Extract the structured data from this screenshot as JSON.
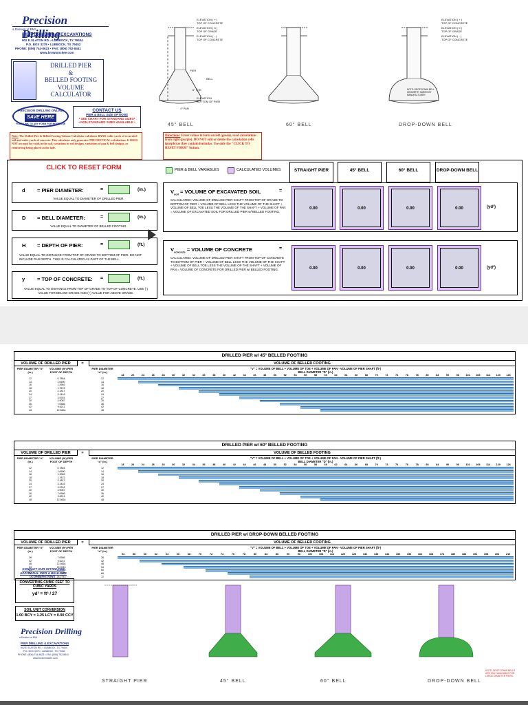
{
  "company": {
    "logo_text": "Precision Drilling",
    "division": "a Division of BMI",
    "name": "PIER DRILLING & EXCAVATIONS",
    "address1": "902 E SLATON RD. • LUBBOCK, TX 79404",
    "address2": "P.O. BOX 3279 • LUBBOCK, TX 79452",
    "phone": "PHONE: (806) 744-8623 • FAX: (806) 752-8441",
    "website": "www.brownmckee.com"
  },
  "calculator_title": [
    "DRILLED PIER",
    "&",
    "BELLED FOOTING",
    "VOLUME",
    "CALCULATOR"
  ],
  "badge": {
    "arc_text": "PRECISION DRILLING ONLINE",
    "center": "SAVE HERE",
    "bottom": "YOUR LINK TO ANY FORM FOR MORE USE"
  },
  "contact": {
    "title": "CONTACT US",
    "line1": "PIER & BELL SIZE OPTIONS",
    "line2": "• SEE CHART FOR STANDARD SIZES•",
    "line3": "• NON-STANDARD SIZES AVAILABLE •"
  },
  "note": {
    "label": "Note:",
    "text": "The Drilled Pier & Belled Footing Volume Calculator calculates BANK cubic yards of excavated soil and cubic yards of concrete. This calculator only generates THEORETICAL calculations. It DOES NOT account for voids in the soil, variations in rod designs, variations of pan & bell designs, or reinforcing being placed in the hole."
  },
  "directions": {
    "label": "Directions:",
    "text": "Enter values in form on left (green), read calculations from right (purple). DO NOT edit or delete the calculation cells (purple) as they contain formulas. Use only the \"CLICK TO RESET FORM\" button."
  },
  "diagrams": {
    "labels": [
      "ELEVATION ( + )",
      "TOP OF CONCRETE",
      "ELEVATION ( 0 )",
      "TOP OF GRADE",
      "ELEVATION ( - )",
      "TOP OF CONCRETE"
    ],
    "pier": "PIER",
    "bell": "BELL",
    "toe": "6\" TOE",
    "pan": "4\" PAN",
    "elev_bottom": [
      "ELEVATION",
      "BOTTOM OF PIER"
    ],
    "dd_note": "NOTE: DROP-DOWN BELL GEOMETRY VARIES BY MANUFACTURER",
    "captions": [
      "45° BELL",
      "60° BELL",
      "DROP-DOWN BELL"
    ]
  },
  "form": {
    "reset_button": "CLICK TO RESET FORM",
    "legend_green": "PIER & BELL VARIABLES",
    "legend_purple": "CALCULATED VOLUMES",
    "col_headers": [
      "STRAIGHT PIER",
      "45° BELL",
      "60° BELL",
      "DROP-DOWN BELL"
    ],
    "inputs": [
      {
        "sym": "d",
        "label": "= PIER DIAMETER:",
        "eq": "=",
        "unit": "(in.)",
        "desc": "VALUE EQUAL TO DIAMETER OF DRILLED PIER."
      },
      {
        "sym": "D",
        "label": "= BELL DIAMETER:",
        "eq": "=",
        "unit": "(in.)",
        "desc": "VALUE EQUAL TO DIAMETER OF BELLED FOOTING."
      },
      {
        "sym": "H",
        "label": "= DEPTH OF PIER:",
        "eq": "=",
        "unit": "(ft.)",
        "desc": "VALUE EQUAL TO DISTANCE FROM TOP OF GRADE TO BOTTOM OF PIER. DO NOT INCLUDE PAN DEPTH. THIS IS CALCULATED AS PART OF THE BELL."
      },
      {
        "sym": "y",
        "label": "= TOP OF CONCRETE:",
        "eq": "=",
        "unit": "(ft.)",
        "desc": "VALUE EQUAL TO DISTANCE FROM TOP OF GRADE TO TOP OF CONCRETE. USE (-) VALUE FOR BELOW GRADE AND (+) VALUE FOR ABOVE GRADE."
      }
    ],
    "soil": {
      "sym": "V",
      "sub": "soil",
      "title": "= VOLUME OF EXCAVATED SOIL",
      "eq": "=",
      "desc": "CALCULATED: VOLUME OF DRILLED PIER SHAFT FROM TOP OF GRADE TO BOTTOM OF PIER + VOLUME OF BELL LESS THE VOLUME OF THE SHAFT + VOLUME OF BELL TOE LESS THE VOLUME OF THE SHAFT + VOLUME OF PAN = VOLUME OF EXCAVATED SOIL FOR DRILLED PIER w/ BELLED FOOTING.",
      "values": [
        "0.00",
        "0.00",
        "0.00",
        "0.00"
      ],
      "unit": "(yd³)"
    },
    "concrete": {
      "sym": "V",
      "sub": "concrete",
      "title": "= VOLUME OF CONCRETE",
      "eq": "=",
      "desc": "CALCULATED: VOLUME OF DRILLED PIER SHAFT FROM TOP OF CONCRETE TO BOTTOM OF PIER + VOLUME OF BELL LESS THE VOLUME OF THE SHAFT + VOLUME OF BELL TOE LESS THE VOLUME OF THE SHAFT + VOLUME OF PAN = VOLUME OF CONCRETE FOR DRILLED PIER w/ BELLED FOOTING.",
      "values": [
        "0.00",
        "0.00",
        "0.00",
        "0.00"
      ],
      "unit": "(yd³)"
    }
  },
  "tables": [
    {
      "title": "DRILLED PIER w/ 45° BELLED FOOTING",
      "left_header": "VOLUME OF DRILLED PIER",
      "right_header": "VOLUME OF BELLED FOOTING",
      "formula": "\"V\" = VOLUME OF BELL + VOLUME OF TOE + VOLUME OF PAN - VOLUME OF PIER SHAFT (ft³)",
      "bell_header": "BELL DIAMETER \"D\" (in.)",
      "cols": [
        "PIER DIAMETER \"d\" (in.)",
        "VOLUME (ft³) PER FOOT OF DEPTH"
      ],
      "pier_diam": [
        "12",
        "14",
        "16",
        "18",
        "20",
        "24",
        "27",
        "30",
        "36",
        "42",
        "48"
      ],
      "pier_vol": [
        "0.7854",
        "1.0690",
        "1.3963",
        "1.7672",
        "2.1817",
        "3.1416",
        "3.9761",
        "4.9087",
        "7.0686",
        "9.6211",
        "12.5664"
      ],
      "bell_cols": [
        "18",
        "20",
        "24",
        "26",
        "28",
        "30",
        "32",
        "34",
        "36",
        "38",
        "40",
        "42",
        "44",
        "46",
        "48",
        "50",
        "52",
        "54",
        "56",
        "58",
        "60",
        "62",
        "64",
        "66",
        "68",
        "70",
        "72",
        "74",
        "76",
        "78",
        "80",
        "84",
        "90",
        "96",
        "102",
        "108",
        "114",
        "120",
        "126"
      ]
    },
    {
      "title": "DRILLED PIER w/ 60° BELLED FOOTING",
      "left_header": "VOLUME OF DRILLED PIER",
      "right_header": "VOLUME OF BELLED FOOTING",
      "formula": "\"V\" = VOLUME OF BELL + VOLUME OF TOE + VOLUME OF PAN - VOLUME OF PIER SHAFT (ft³)",
      "bell_header": "BELL DIAMETER \"D\" (in.)",
      "cols": [
        "PIER DIAMETER \"d\" (in.)",
        "VOLUME (ft³) PER FOOT OF DEPTH"
      ],
      "pier_diam": [
        "12",
        "14",
        "16",
        "18",
        "20",
        "24",
        "27",
        "30",
        "36",
        "42",
        "48"
      ],
      "pier_vol": [
        "0.7854",
        "1.0690",
        "1.3963",
        "1.7672",
        "2.1817",
        "3.1416",
        "3.9761",
        "4.9087",
        "7.0686",
        "9.6211",
        "12.5664"
      ],
      "bell_cols": [
        "18",
        "20",
        "24",
        "26",
        "28",
        "30",
        "32",
        "34",
        "36",
        "38",
        "40",
        "42",
        "44",
        "46",
        "48",
        "50",
        "52",
        "54",
        "56",
        "58",
        "60",
        "62",
        "64",
        "66",
        "68",
        "70",
        "72",
        "74",
        "76",
        "78",
        "80",
        "84",
        "90",
        "96",
        "102",
        "108",
        "114",
        "120",
        "126"
      ]
    },
    {
      "title": "DRILLED PIER w/ DROP-DOWN BELLED FOOTING",
      "left_header": "VOLUME OF DRILLED PIER",
      "right_header": "VOLUME OF BELLED FOOTING",
      "formula": "\"V\" = VOLUME OF BELL + VOLUME OF TOE + VOLUME OF PAN - VOLUME OF PIER SHAFT (ft³)",
      "bell_header": "BELL DIAMETER \"D\" (in.)",
      "cols": [
        "PIER DIAMETER \"d\" (in.)",
        "VOLUME (ft³) PER FOOT OF DEPTH"
      ],
      "pier_diam": [
        "36",
        "42",
        "48",
        "54",
        "60",
        "66",
        "72"
      ],
      "pier_vol": [
        "7.0686",
        "9.6211",
        "12.5664",
        "15.9043",
        "19.6350",
        "23.7583",
        "28.2743"
      ],
      "bell_cols": [
        "54",
        "56",
        "60",
        "62",
        "64",
        "66",
        "68",
        "70",
        "72",
        "74",
        "76",
        "78",
        "80",
        "84",
        "86",
        "90",
        "96",
        "102",
        "108",
        "114",
        "120",
        "126",
        "132",
        "138",
        "144",
        "150",
        "156",
        "162",
        "168",
        "174",
        "180",
        "186",
        "192",
        "198",
        "204",
        "210"
      ]
    }
  ],
  "bottom": {
    "contact_note": "CONTACT OUR OFFICE FOR ADDITIONAL PIER & BELL SIZE COMBINATIONS",
    "convert_title": "CONVERTING CUBIC FEET TO CUBIC YARDS",
    "convert_formula": "yd³ = ft³ / 27",
    "soil_unit_title": "SOIL UNIT CONVERSION",
    "soil_unit_formula": "1.00 BCY = 1.25 LCY = 0.90 CCY",
    "captions": [
      "STRAIGHT PIER",
      "45° BELL",
      "60° BELL",
      "DROP-DOWN BELL"
    ],
    "dd_note": "NOTE: DROP-DOWN BELLS ARE ONLY AVAILABLE FOR LARGE DIAMETER PIERS."
  },
  "colors": {
    "navy": "#1a2a8c",
    "green": "#1a8a1a",
    "purple": "#6a2a9c",
    "blue_row": "#7fb3e0",
    "red": "#d22"
  }
}
